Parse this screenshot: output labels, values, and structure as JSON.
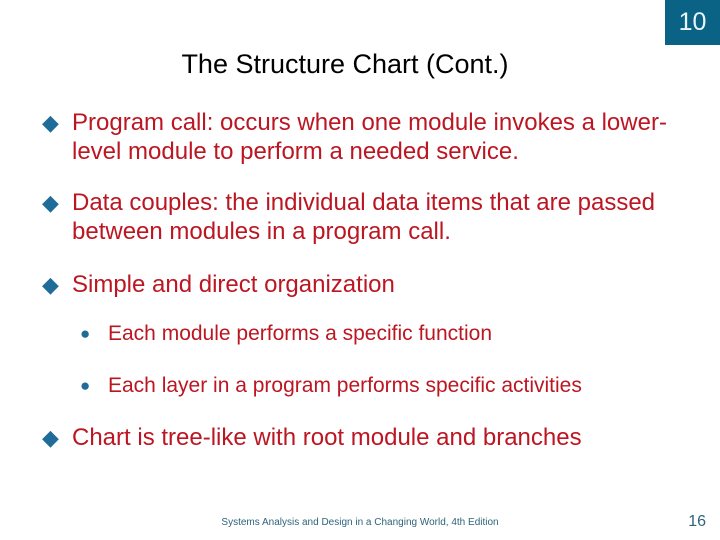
{
  "slide": {
    "number_badge": "10",
    "title": "The Structure Chart (Cont.)",
    "colors": {
      "badge_bg": "#0a6384",
      "badge_text": "#e8f7fb",
      "title_text": "#000000",
      "body_text": "#bc1622",
      "marker": "#1f6c99",
      "footer_text": "#2e6379",
      "background": "#ffffff"
    }
  },
  "bullets": [
    {
      "level": 1,
      "marker": "diamond-bullet",
      "marker_glyph": "◆",
      "text": "Program call: occurs when one module invokes a lower-level module to perform a needed service."
    },
    {
      "level": 1,
      "marker": "diamond-bullet",
      "marker_glyph": "◆",
      "text": "Data couples: the individual data items that are passed between modules in a program call."
    },
    {
      "level": 1,
      "marker": "diamond-bullet",
      "marker_glyph": "◆",
      "text": "Simple and direct organization"
    },
    {
      "level": 2,
      "marker": "dot-bullet",
      "marker_glyph": "●",
      "text": "Each module performs a specific function"
    },
    {
      "level": 2,
      "marker": "dot-bullet",
      "marker_glyph": "●",
      "text": "Each layer in a program performs specific activities"
    },
    {
      "level": 1,
      "marker": "diamond-bullet",
      "marker_glyph": "◆",
      "text": "Chart is tree-like with root module and branches"
    }
  ],
  "footer": {
    "source": "Systems Analysis and Design in a Changing World, 4th Edition",
    "page_number": "16"
  }
}
